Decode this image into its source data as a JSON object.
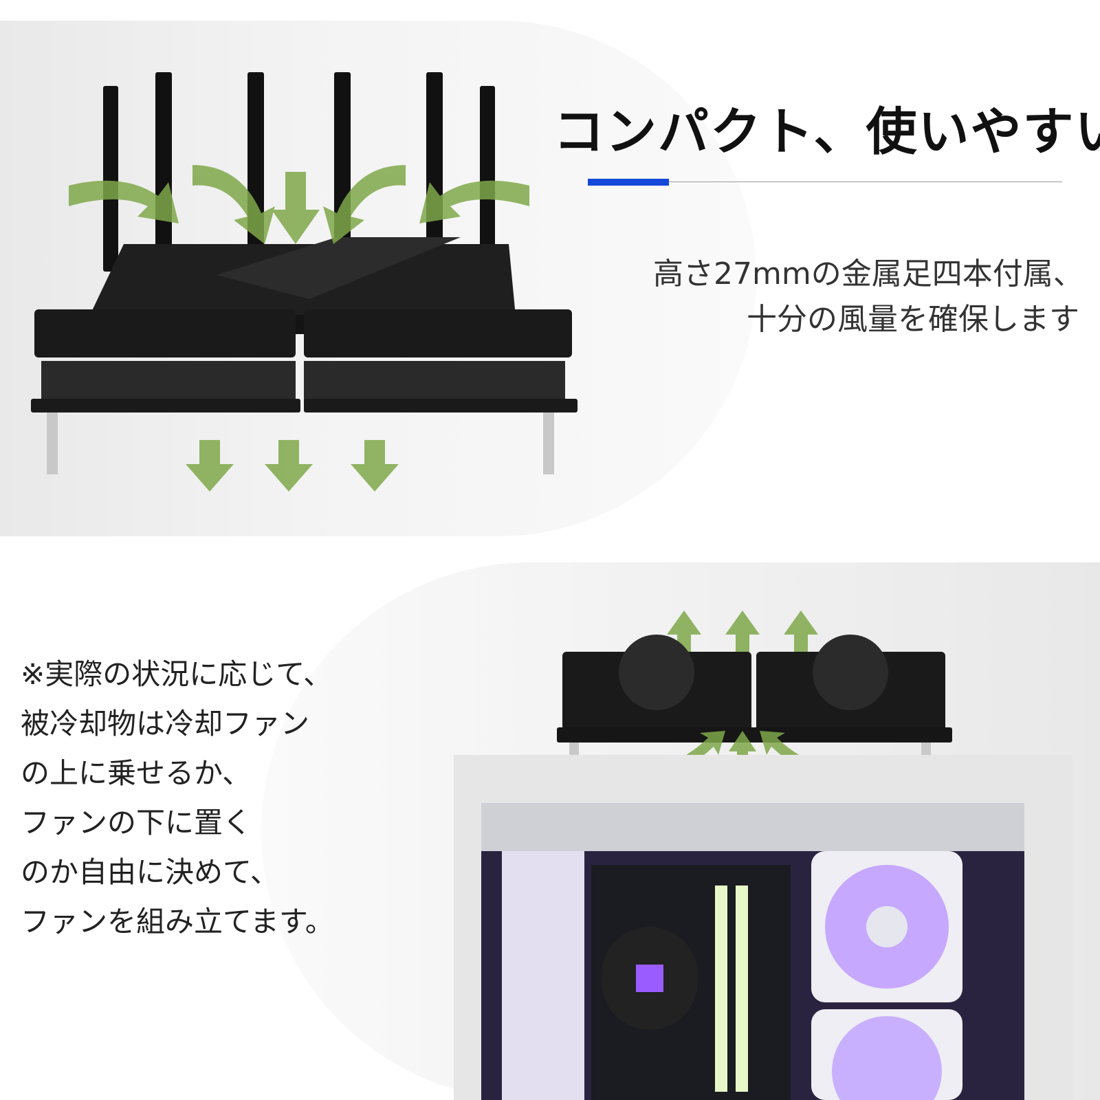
{
  "section1": {
    "title": "コンパクト、使いやすい",
    "accent_color": "#1448d8",
    "description_lines": [
      "高さ27mmの金属足四本付属、",
      "十分の風量を確保します"
    ]
  },
  "section2": {
    "note_lines": [
      "※実際の状況に応じて、",
      "被冷却物は冷却ファン",
      "の上に乗せるか、",
      "ファンの下に置く",
      "のか自由に決めて、",
      "ファンを組み立てます。"
    ]
  },
  "colors": {
    "arrow_green": "#7fa84a",
    "fan_black": "#1a1a1a",
    "glow_purple": "#b58cff"
  }
}
